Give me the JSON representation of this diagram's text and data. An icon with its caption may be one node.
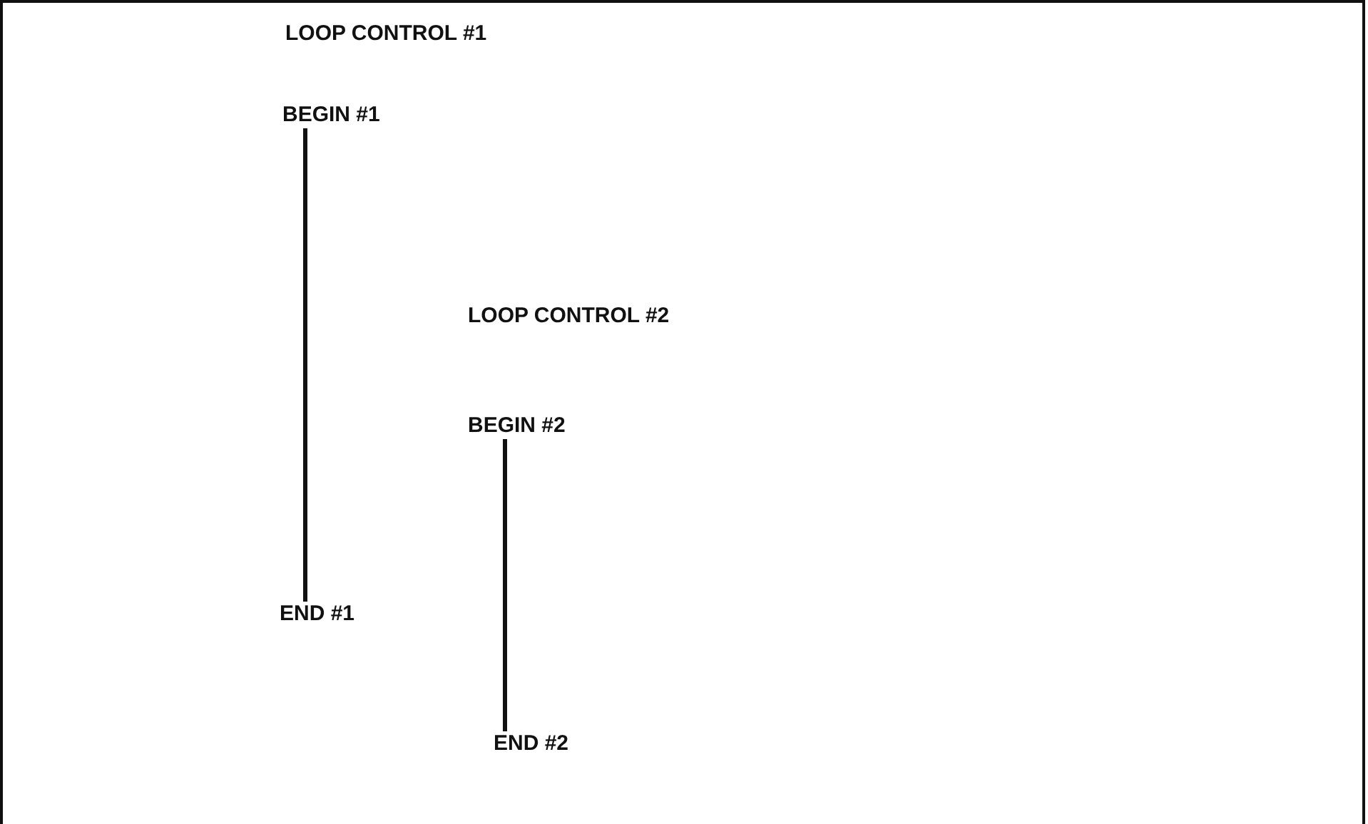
{
  "diagram": {
    "nodes": [
      {
        "text": [
          "BEGIN #1"
        ]
      },
      {
        "text": [
          "END #1"
        ]
      },
      {
        "text": [
          "BEGIN #2"
        ]
      },
      {
        "text": [
          "END #2"
        ]
      }
    ],
    "edges": [
      {
        "from": 0,
        "to": 1,
        "arrow": "none"
      },
      {
        "from": 2,
        "to": 3,
        "arrow": "none"
      }
    ],
    "labels": [
      "LOOP CONTROL #1",
      "LOOP CONTROL #2"
    ]
  }
}
